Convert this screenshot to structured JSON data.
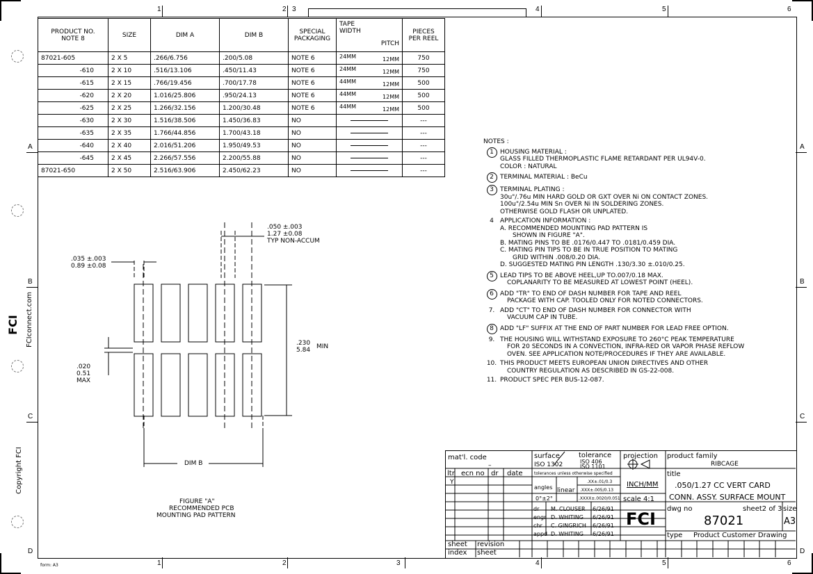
{
  "zones": {
    "top": [
      "1",
      "2",
      "3",
      "4",
      "5",
      "6"
    ],
    "bottom": [
      "1",
      "2",
      "3",
      "4",
      "5",
      "6"
    ],
    "left": [
      "A",
      "B",
      "C",
      "D"
    ],
    "right": [
      "A",
      "B",
      "C",
      "D"
    ]
  },
  "table": {
    "headers": [
      "PRODUCT NO.",
      "NOTE 8",
      "SIZE",
      "DIM A",
      "DIM B",
      "SPECIAL",
      "PACKAGING",
      "TAPE",
      "WIDTH",
      "PITCH",
      "PIECES",
      "PER REEL"
    ],
    "rows": [
      [
        "87021-605",
        "2 X 5",
        ".266/6.756",
        ".200/5.08",
        "NOTE 6",
        "24MM",
        "12MM",
        "750"
      ],
      [
        "-610",
        "2 X 10",
        ".516/13.106",
        ".450/11.43",
        "NOTE 6",
        "24MM",
        "12MM",
        "750"
      ],
      [
        "-615",
        "2 X 15",
        ".766/19.456",
        ".700/17.78",
        "NOTE 6",
        "44MM",
        "12MM",
        "500"
      ],
      [
        "-620",
        "2 X 20",
        "1.016/25.806",
        ".950/24.13",
        "NOTE 6",
        "44MM",
        "12MM",
        "500"
      ],
      [
        "-625",
        "2 X 25",
        "1.266/32.156",
        "1.200/30.48",
        "NOTE 6",
        "44MM",
        "12MM",
        "500"
      ],
      [
        "-630",
        "2 X 30",
        "1.516/38.506",
        "1.450/36.83",
        "NO",
        "",
        "",
        "---"
      ],
      [
        "-635",
        "2 X 35",
        "1.766/44.856",
        "1.700/43.18",
        "NO",
        "",
        "",
        "---"
      ],
      [
        "-640",
        "2 X 40",
        "2.016/51.206",
        "1.950/49.53",
        "NO",
        "",
        "",
        "---"
      ],
      [
        "-645",
        "2 X 45",
        "2.266/57.556",
        "2.200/55.88",
        "NO",
        "",
        "",
        "---"
      ],
      [
        "87021-650",
        "2 X 50",
        "2.516/63.906",
        "2.450/62.23",
        "NO",
        "",
        "",
        "---"
      ]
    ]
  },
  "notes": {
    "title": "NOTES :",
    "items": [
      {
        "num": "1",
        "circled": true,
        "lines": [
          "HOUSING MATERIAL :",
          "GLASS FILLED THERMOPLASTIC FLAME RETARDANT PER UL94V-0.",
          "COLOR : NATURAL"
        ]
      },
      {
        "num": "2",
        "circled": true,
        "lines": [
          "TERMINAL MATERIAL : BeCu"
        ]
      },
      {
        "num": "3",
        "circled": true,
        "lines": [
          "TERMINAL PLATING :",
          "30u\"/.76u MIN HARD GOLD OR GXT OVER Ni ON CONTACT ZONES.",
          "100u\"/2.54u MIN Sn OVER Ni IN SOLDERING ZONES.",
          "OTHERWISE GOLD FLASH OR UNPLATED."
        ]
      },
      {
        "num": "4",
        "circled": false,
        "lines": [
          "APPLICATION INFORMATION :",
          "A. RECOMMENDED MOUNTING PAD PATTERN IS",
          "SHOWN IN FIGURE \"A\".",
          "B. MATING PINS TO BE .0176/0.447 TO .0181/0.459 DIA.",
          "C. MATING PIN TIPS TO BE IN TRUE POSITION TO MATING",
          "GRID WITHIN .008/0.20 DIA.",
          "D. SUGGESTED MATING PIN LENGTH .130/3.30 ±.010/0.25."
        ]
      },
      {
        "num": "5",
        "circled": true,
        "lines": [
          "LEAD TIPS TO BE ABOVE HEEL,UP TO.007/0.18 MAX.",
          "COPLANARITY TO BE MEASURED AT LOWEST POINT (HEEL)."
        ]
      },
      {
        "num": "6",
        "circled": true,
        "lines": [
          "ADD \"TR\" TO END OF DASH NUMBER FOR TAPE AND REEL",
          "PACKAGE WITH CAP. TOOLED ONLY FOR NOTED CONNECTORS."
        ]
      },
      {
        "num": "7.",
        "circled": false,
        "lines": [
          "ADD \"CT\" TO END OF DASH NUMBER FOR CONNECTOR WITH",
          "VACUUM CAP IN TUBE."
        ]
      },
      {
        "num": "8",
        "circled": true,
        "lines": [
          "ADD \"LF\" SUFFIX AT THE END OF PART NUMBER FOR LEAD FREE OPTION."
        ]
      },
      {
        "num": "9.",
        "circled": false,
        "lines": [
          "THE HOUSING WILL WITHSTAND EXPOSURE TO 260°C PEAK TEMPERATURE",
          "FOR 20 SECONDS IN A CONVECTION, INFRA-RED OR VAPOR PHASE REFLOW",
          "OVEN. SEE APPLICATION NOTE/PROCEDURES IF THEY ARE AVAILABLE."
        ]
      },
      {
        "num": "10.",
        "circled": false,
        "lines": [
          "THIS PRODUCT MEETS EUROPEAN UNION DIRECTIVES AND OTHER",
          "COUNTRY REGULATION AS DESCRIBED IN GS-22-008."
        ]
      },
      {
        "num": "11.",
        "circled": false,
        "lines": [
          "PRODUCT SPEC PER BUS-12-087."
        ]
      }
    ]
  },
  "figure": {
    "dim_pitch": [
      ".050 ±.003",
      "1.27 ±0.08",
      "TYP NON-ACCUM"
    ],
    "dim_width": [
      ".035 ±.003",
      "0.89 ±0.08"
    ],
    "dim_gap": [
      ".020",
      "0.51",
      "MAX"
    ],
    "dim_height": [
      ".230",
      "5.84",
      "MIN"
    ],
    "dim_b": "DIM B",
    "caption": [
      "FIGURE \"A\"",
      "RECOMMENDED PCB",
      "MOUNTING PAD PATTERN"
    ]
  },
  "side": {
    "website": "FCIconnect.com",
    "logo": "FCI",
    "copyright": "Copyright FCI"
  },
  "title_block": {
    "matl_code": "mat'l. code",
    "matl_val": "–",
    "surface": "surface",
    "surface_iso": "ISO 1302",
    "tolerance": "tolerance",
    "tol_iso1": "ISO 406",
    "tol_iso2": "ISO 1101",
    "tol_note": "tolerances unless otherwise specified",
    "rev_headers": [
      "ltr",
      "ecn no",
      "dr",
      "date"
    ],
    "rev_ltr": "Y",
    "angles": "angles",
    "angles_val": "0°±2°",
    "linear": "linear",
    "lin1": ".XX±.01/0.3",
    "lin2": ".XXX±.005/0.13",
    "lin3": ".XXXX±.0020/0.051",
    "projection": "projection",
    "units": "INCH/MM",
    "scale": "scale 4:1",
    "signers": [
      {
        "role": "dr",
        "name": "M. CLOUSER",
        "date": "6/26/91"
      },
      {
        "role": "engr",
        "name": "D. WHITING",
        "date": "6/26/91"
      },
      {
        "role": "chr",
        "name": "C. GINGRICH",
        "date": "6/26/91"
      },
      {
        "role": "appd",
        "name": "D. WHITING",
        "date": "6/26/91"
      }
    ],
    "logo": "FCI",
    "product_family_label": "product family",
    "product_family": "RIBCAGE",
    "title_label": "title",
    "title1": ".050/1.27 CC VERT CARD",
    "title2": "CONN. ASSY. SURFACE MOUNT",
    "dwg_label": "dwg no",
    "sheet": "sheet2 of 3",
    "size_label": "size",
    "dwg_no": "87021",
    "size": "A3",
    "type_label": "type",
    "type": "Product Customer Drawing",
    "sheet_label": "sheet",
    "index_label": "index",
    "revision_label": "revision",
    "rsheet_label": "sheet"
  },
  "form": "form: A3"
}
